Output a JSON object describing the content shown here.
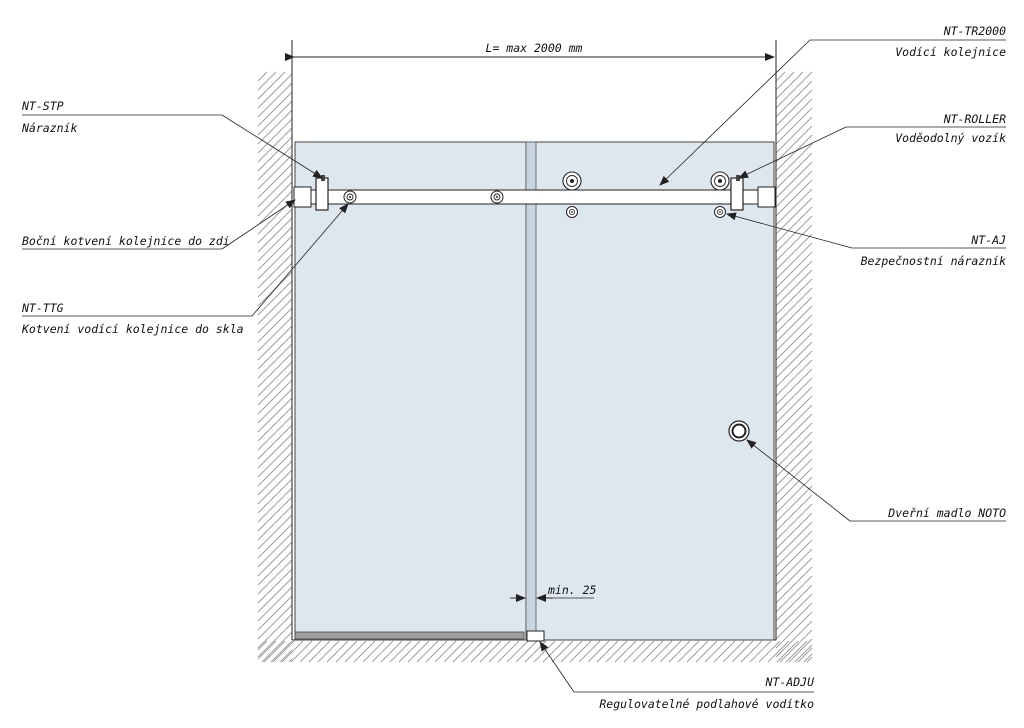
{
  "dimension": {
    "text": "L= max 2000 mm"
  },
  "gap": {
    "text": "min. 25"
  },
  "labels": {
    "tr2000_code": "NT-TR2000",
    "tr2000_desc": "Vodící kolejnice",
    "stp_code": "NT-STP",
    "stp_desc": "Nárazník",
    "roller_code": "NT-ROLLER",
    "roller_desc": "Voděodolný vozík",
    "wall_anchor": "Boční kotvení kolejnice do zdi",
    "aj_code": "NT-AJ",
    "aj_desc": "Bezpečnostní nárazník",
    "ttg_code": "NT-TTG",
    "ttg_desc": "Kotvení vodící kolejnice do skla",
    "handle": "Dveřní madlo NOTO",
    "adju_code": "NT-ADJU",
    "adju_desc": "Regulovatelné podlahové vodítko"
  },
  "colors": {
    "glass": "#dfe7ee",
    "line": "#222222",
    "hatch": "#9a9a9a",
    "floor_strip": "#9e9e9e"
  }
}
